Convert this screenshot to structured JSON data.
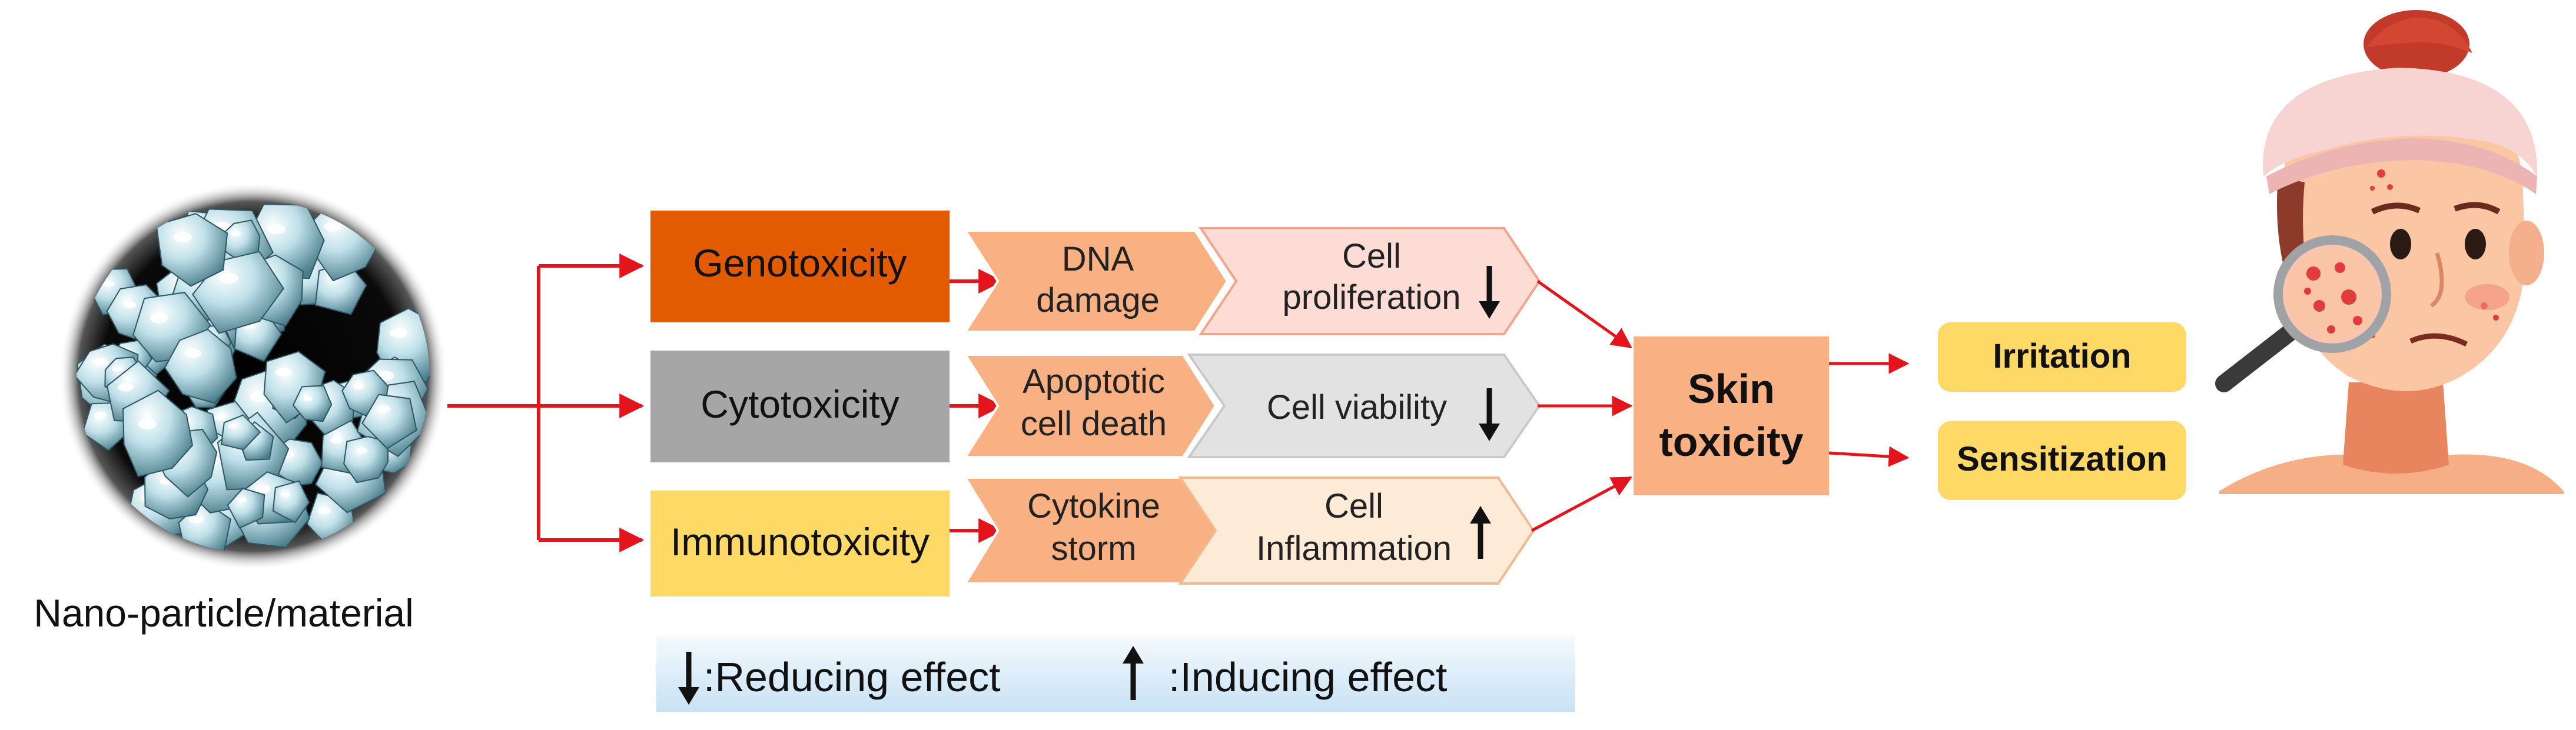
{
  "nanoparticle": {
    "label": "Nano-particle/material"
  },
  "toxicity_types": [
    {
      "label": "Genotoxicity",
      "color": "#E25B00"
    },
    {
      "label": "Cytotoxicity",
      "color": "#A6A6A6"
    },
    {
      "label": "Immunotoxicity",
      "color": "#FFD966"
    }
  ],
  "mechanisms": [
    {
      "lines": [
        "DNA",
        "damage"
      ]
    },
    {
      "lines": [
        "Apoptotic",
        "cell death"
      ]
    },
    {
      "lines": [
        "Cytokine",
        "storm"
      ]
    }
  ],
  "effects": [
    {
      "lines": [
        "Cell",
        "proliferation"
      ],
      "direction": "down"
    },
    {
      "lines": [
        "Cell viability"
      ],
      "direction": "down"
    },
    {
      "lines": [
        "Cell",
        "Inflammation"
      ],
      "direction": "up"
    }
  ],
  "outcome": {
    "lines": [
      "Skin",
      "toxicity"
    ],
    "color": "#F9B184"
  },
  "results": [
    {
      "label": "Irritation",
      "color": "#FFD966"
    },
    {
      "label": "Sensitization",
      "color": "#FFD966"
    }
  ],
  "legend": {
    "reducing": ":Reducing effect",
    "inducing": ":Inducing effect"
  },
  "colors": {
    "arrow": "#E3141C",
    "mechanism_fill": "#F9B184",
    "effect_fills": [
      "#FCDCD5",
      "#E2E2E2",
      "#FDEBD8"
    ],
    "legend_gradient": [
      "#F4F9FD",
      "#C7E2F5"
    ]
  },
  "icons": [
    "nanoparticle-cluster-icon",
    "woman-with-skin-irritation-icon",
    "magnifying-glass-icon",
    "down-arrow-icon",
    "up-arrow-icon"
  ]
}
